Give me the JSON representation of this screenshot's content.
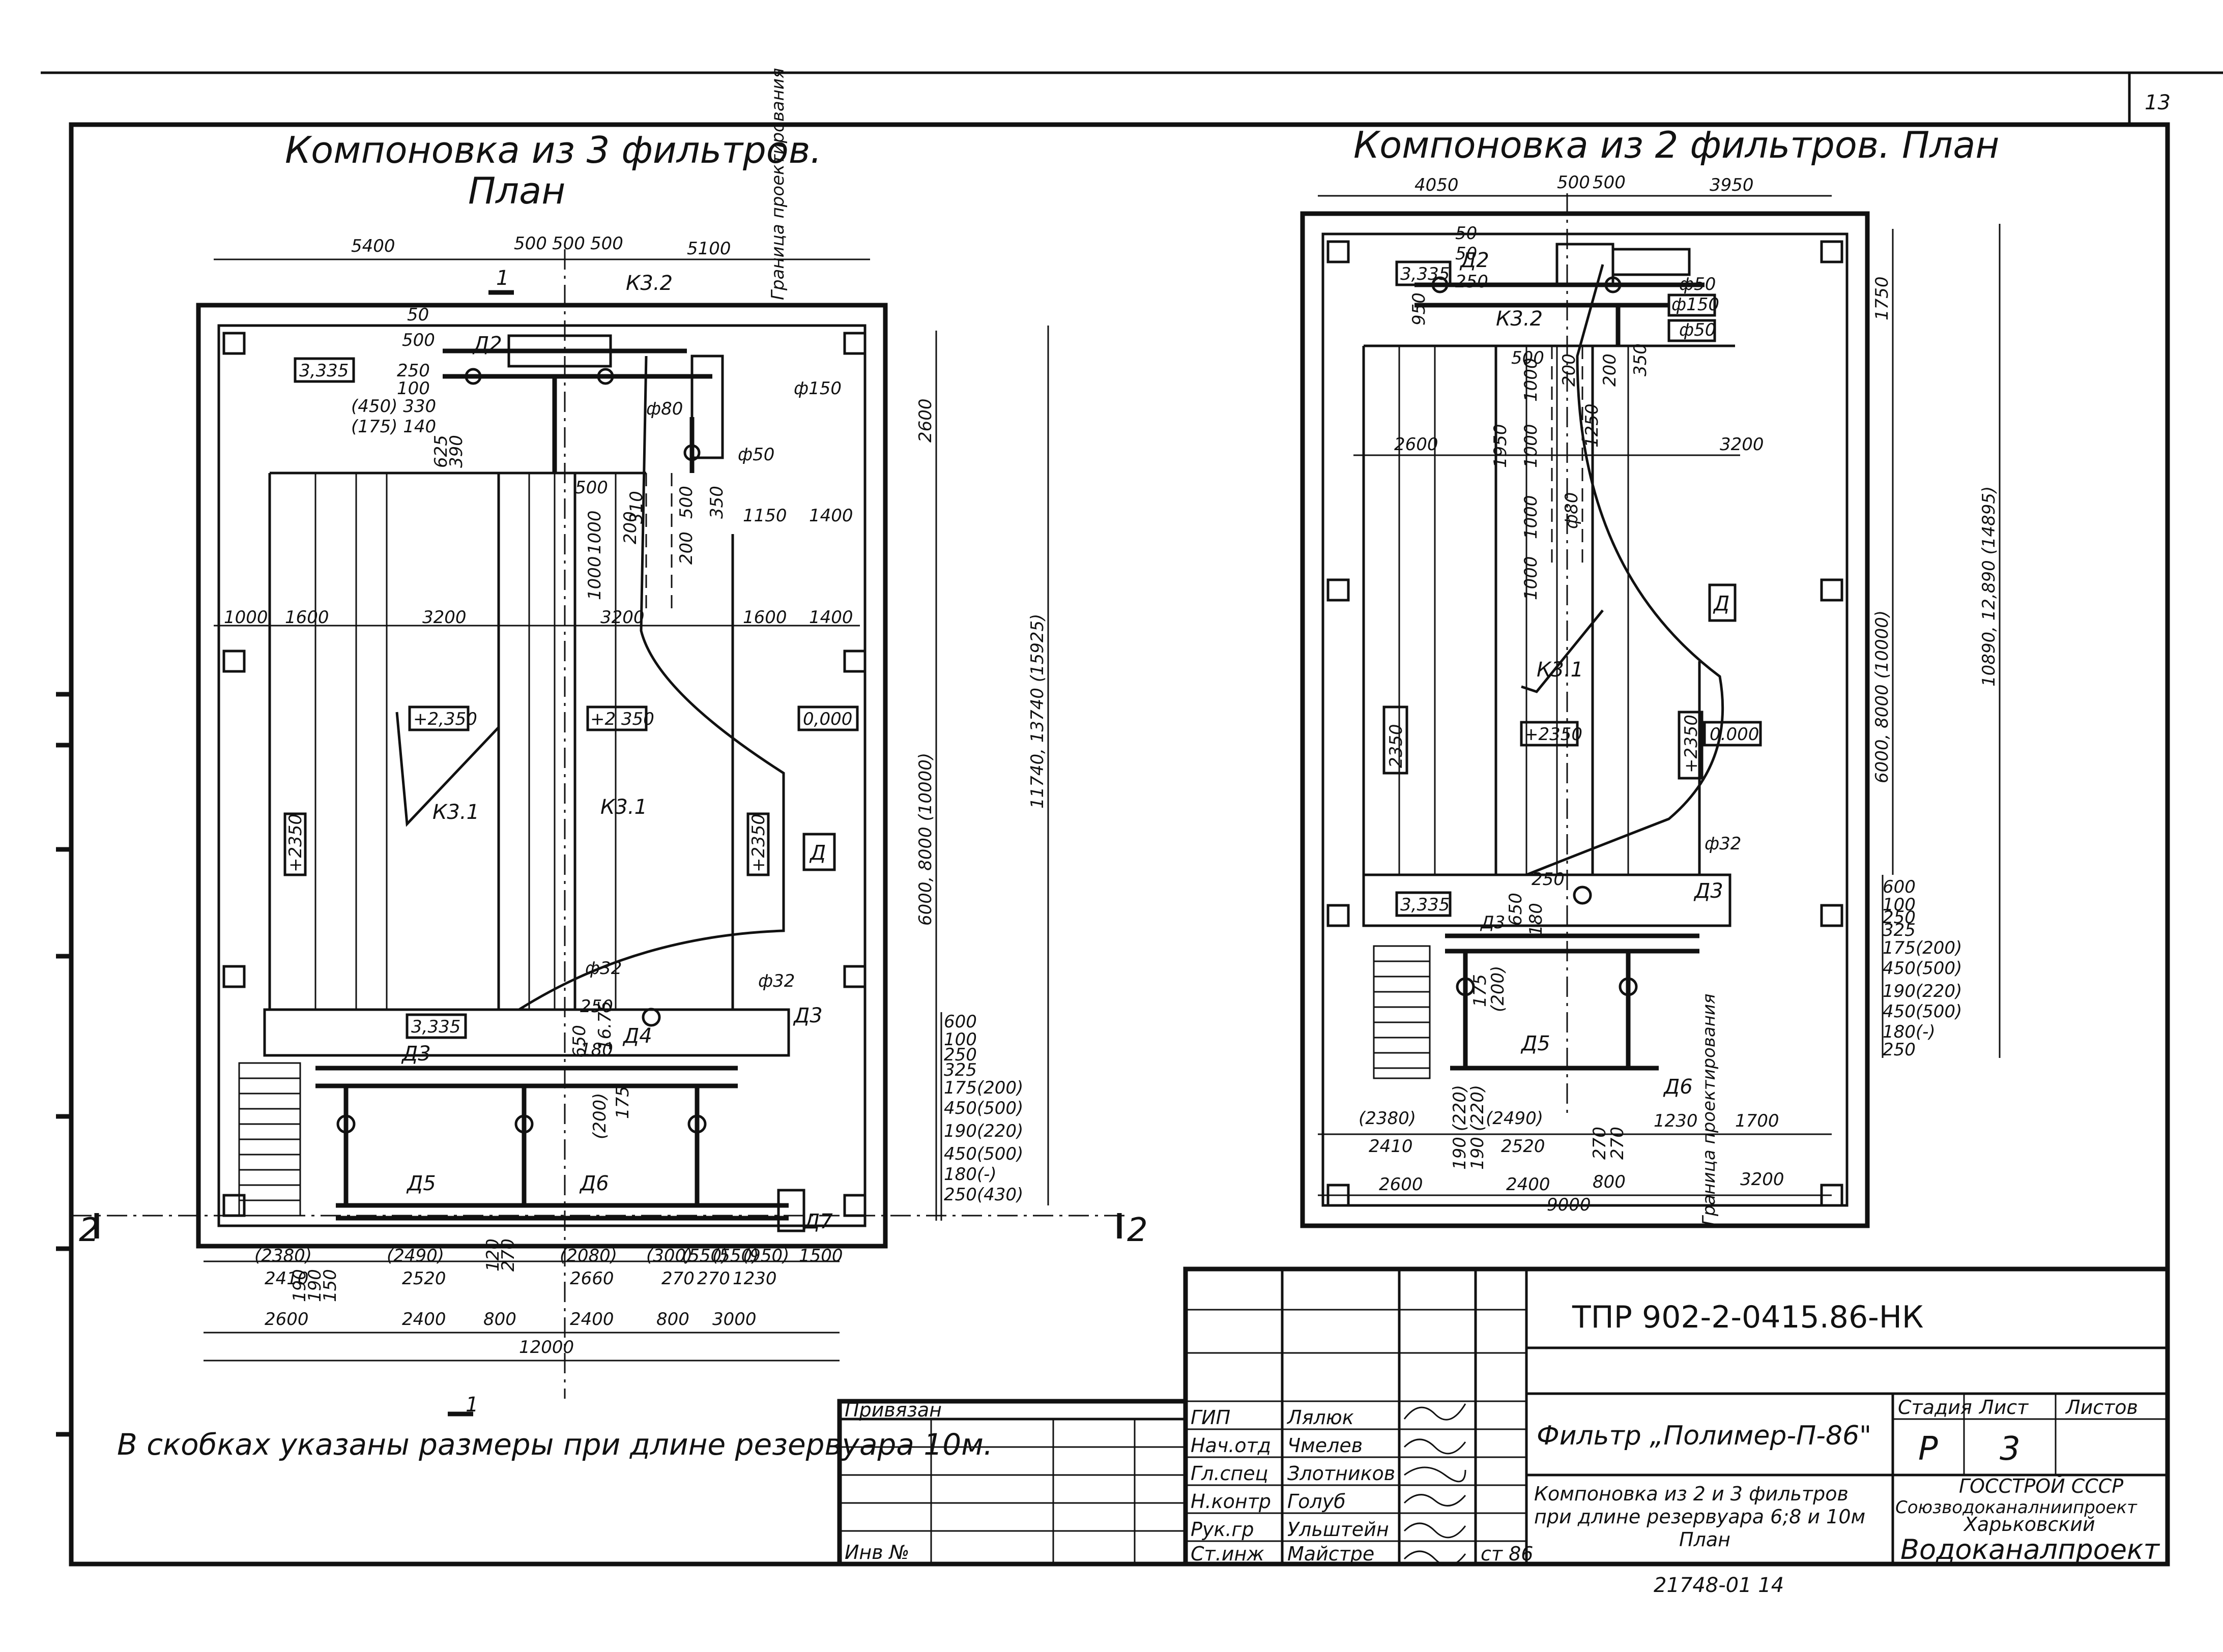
{
  "sheet": {
    "page_number": "13"
  },
  "left_plan": {
    "title_line1": "Компоновка из 3 фильтров.",
    "title_line2": "План",
    "boundary_label": "Граница проектирования",
    "top_dims": [
      "5400",
      "500",
      "500",
      "500",
      "5100"
    ],
    "mid_dims": [
      "1000",
      "1600",
      "3200",
      "3200",
      "1600",
      "1400"
    ],
    "right_dims": [
      "1150",
      "1400"
    ],
    "bottom_row1": [
      "(2380)",
      "(2490)",
      "(2080)",
      "(300)",
      "(550)",
      "(550)",
      "(950)",
      "1500"
    ],
    "bottom_row2": [
      "2410",
      "2520",
      "2660",
      "270",
      "270",
      "1230"
    ],
    "bottom_row3": [
      "2600",
      "2400",
      "800",
      "2400",
      "800",
      "3000"
    ],
    "bottom_total": "12000",
    "vertical_dims": [
      "2600",
      "6000, 8000 (10000)",
      "11740, 13740 (15925)"
    ],
    "right_stack": [
      "600",
      "100",
      "250",
      "325",
      "175(200)",
      "450(500)",
      "190(220)",
      "450(500)",
      "180(-)",
      "250(430)"
    ],
    "elev_labels": [
      "3,335",
      "+2,350",
      "+2 350",
      "0,000",
      "+2350",
      "+2350",
      "3,335"
    ],
    "pipe_labels": [
      "К3.2",
      "К3.1",
      "К3.1",
      "Д2",
      "Д3",
      "Д3",
      "Д4",
      "Д5",
      "Д6",
      "Д7",
      "Д",
      "ф150",
      "ф80",
      "ф50",
      "ф32",
      "ф32"
    ],
    "upper_left_dims": [
      "50",
      "500",
      "250",
      "100",
      "(450) 330",
      "(175) 140",
      "625",
      "390"
    ],
    "pipe_dims": [
      "500",
      "1000",
      "1000",
      "200",
      "310",
      "200",
      "500",
      "350"
    ],
    "lower_dims": [
      "650",
      "250",
      "180",
      "16.75",
      "(200)",
      "175",
      "120",
      "270",
      "190",
      "190",
      "150"
    ],
    "section_marks": [
      "1",
      "1",
      "2",
      "2"
    ],
    "footnote": "В скобках указаны размеры при длине резервуара 10м."
  },
  "right_plan": {
    "title": "Компоновка из 2 фильтров. План",
    "boundary_label": "Граница проектирования",
    "top_dims": [
      "4050",
      "500",
      "500",
      "3950"
    ],
    "mid_dims": [
      "2600",
      "3200"
    ],
    "vertical_dims": [
      "1750",
      "6000, 8000 (10000)",
      "10890, 12,890 (14895)"
    ],
    "inner_vdims": [
      "950",
      "1950",
      "1000",
      "1000",
      "1000",
      "1000",
      "200",
      "200",
      "1250",
      "350",
      "500"
    ],
    "right_stack": [
      "600",
      "100",
      "250",
      "325",
      "175(200)",
      "450(500)",
      "190(220)",
      "450(500)",
      "180(-)",
      "250"
    ],
    "bottom_row1": [
      "(2380)",
      "(2490)",
      "1230",
      "1700"
    ],
    "bottom_row2": [
      "2410",
      "2520",
      "270",
      "270"
    ],
    "bottom_row3": [
      "2600",
      "2400",
      "800",
      "3200"
    ],
    "bottom_total": "9000",
    "bottom_small": [
      "190 (220)",
      "190 (220)"
    ],
    "elev_labels": [
      "3,335",
      "2350",
      "+2350",
      "+2350",
      "0.000",
      "3,335"
    ],
    "pipe_labels": [
      "Д2",
      "К3.2",
      "К3.1",
      "Д",
      "ф80",
      "ф50",
      "ф150",
      "ф50",
      "ф32",
      "Д3",
      "Д3",
      "Д5",
      "Д6"
    ],
    "misc_dims": [
      "50",
      "50",
      "250",
      "175",
      "(200)",
      "250",
      "650",
      "180"
    ]
  },
  "title_block": {
    "doc_code": "ТПР 902-2-0415.86-НК",
    "bound_label": "Привязан",
    "inv_label": "Инв №",
    "roles": [
      {
        "role": "ГИП",
        "name": "Лялюк"
      },
      {
        "role": "Нач.отд",
        "name": "Чмелев"
      },
      {
        "role": "Гл.спец",
        "name": "Злотников"
      },
      {
        "role": "Н.контр",
        "name": "Голуб"
      },
      {
        "role": "Рук.гр",
        "name": "Ульштейн"
      },
      {
        "role": "Ст.инж",
        "name": "Майстре"
      }
    ],
    "sign_date": "ст 86",
    "project_name": "Фильтр „Полимер-П-86\"",
    "sheet_desc_line1": "Компоновка из 2 и 3 фильтров",
    "sheet_desc_line2": "при длине резервуара 6;8 и 10м",
    "sheet_desc_line3": "План",
    "stage_header": "Стадия",
    "sheet_header": "Лист",
    "sheets_header": "Листов",
    "stage": "Р",
    "sheet": "3",
    "sheets": "",
    "org_line1": "ГОССТРОЙ СССР",
    "org_line2": "Союзводоканалниипроект",
    "org_line3": "Харьковский",
    "org_line4": "Водоканалпроект"
  },
  "archive_number": "21748-01   14"
}
